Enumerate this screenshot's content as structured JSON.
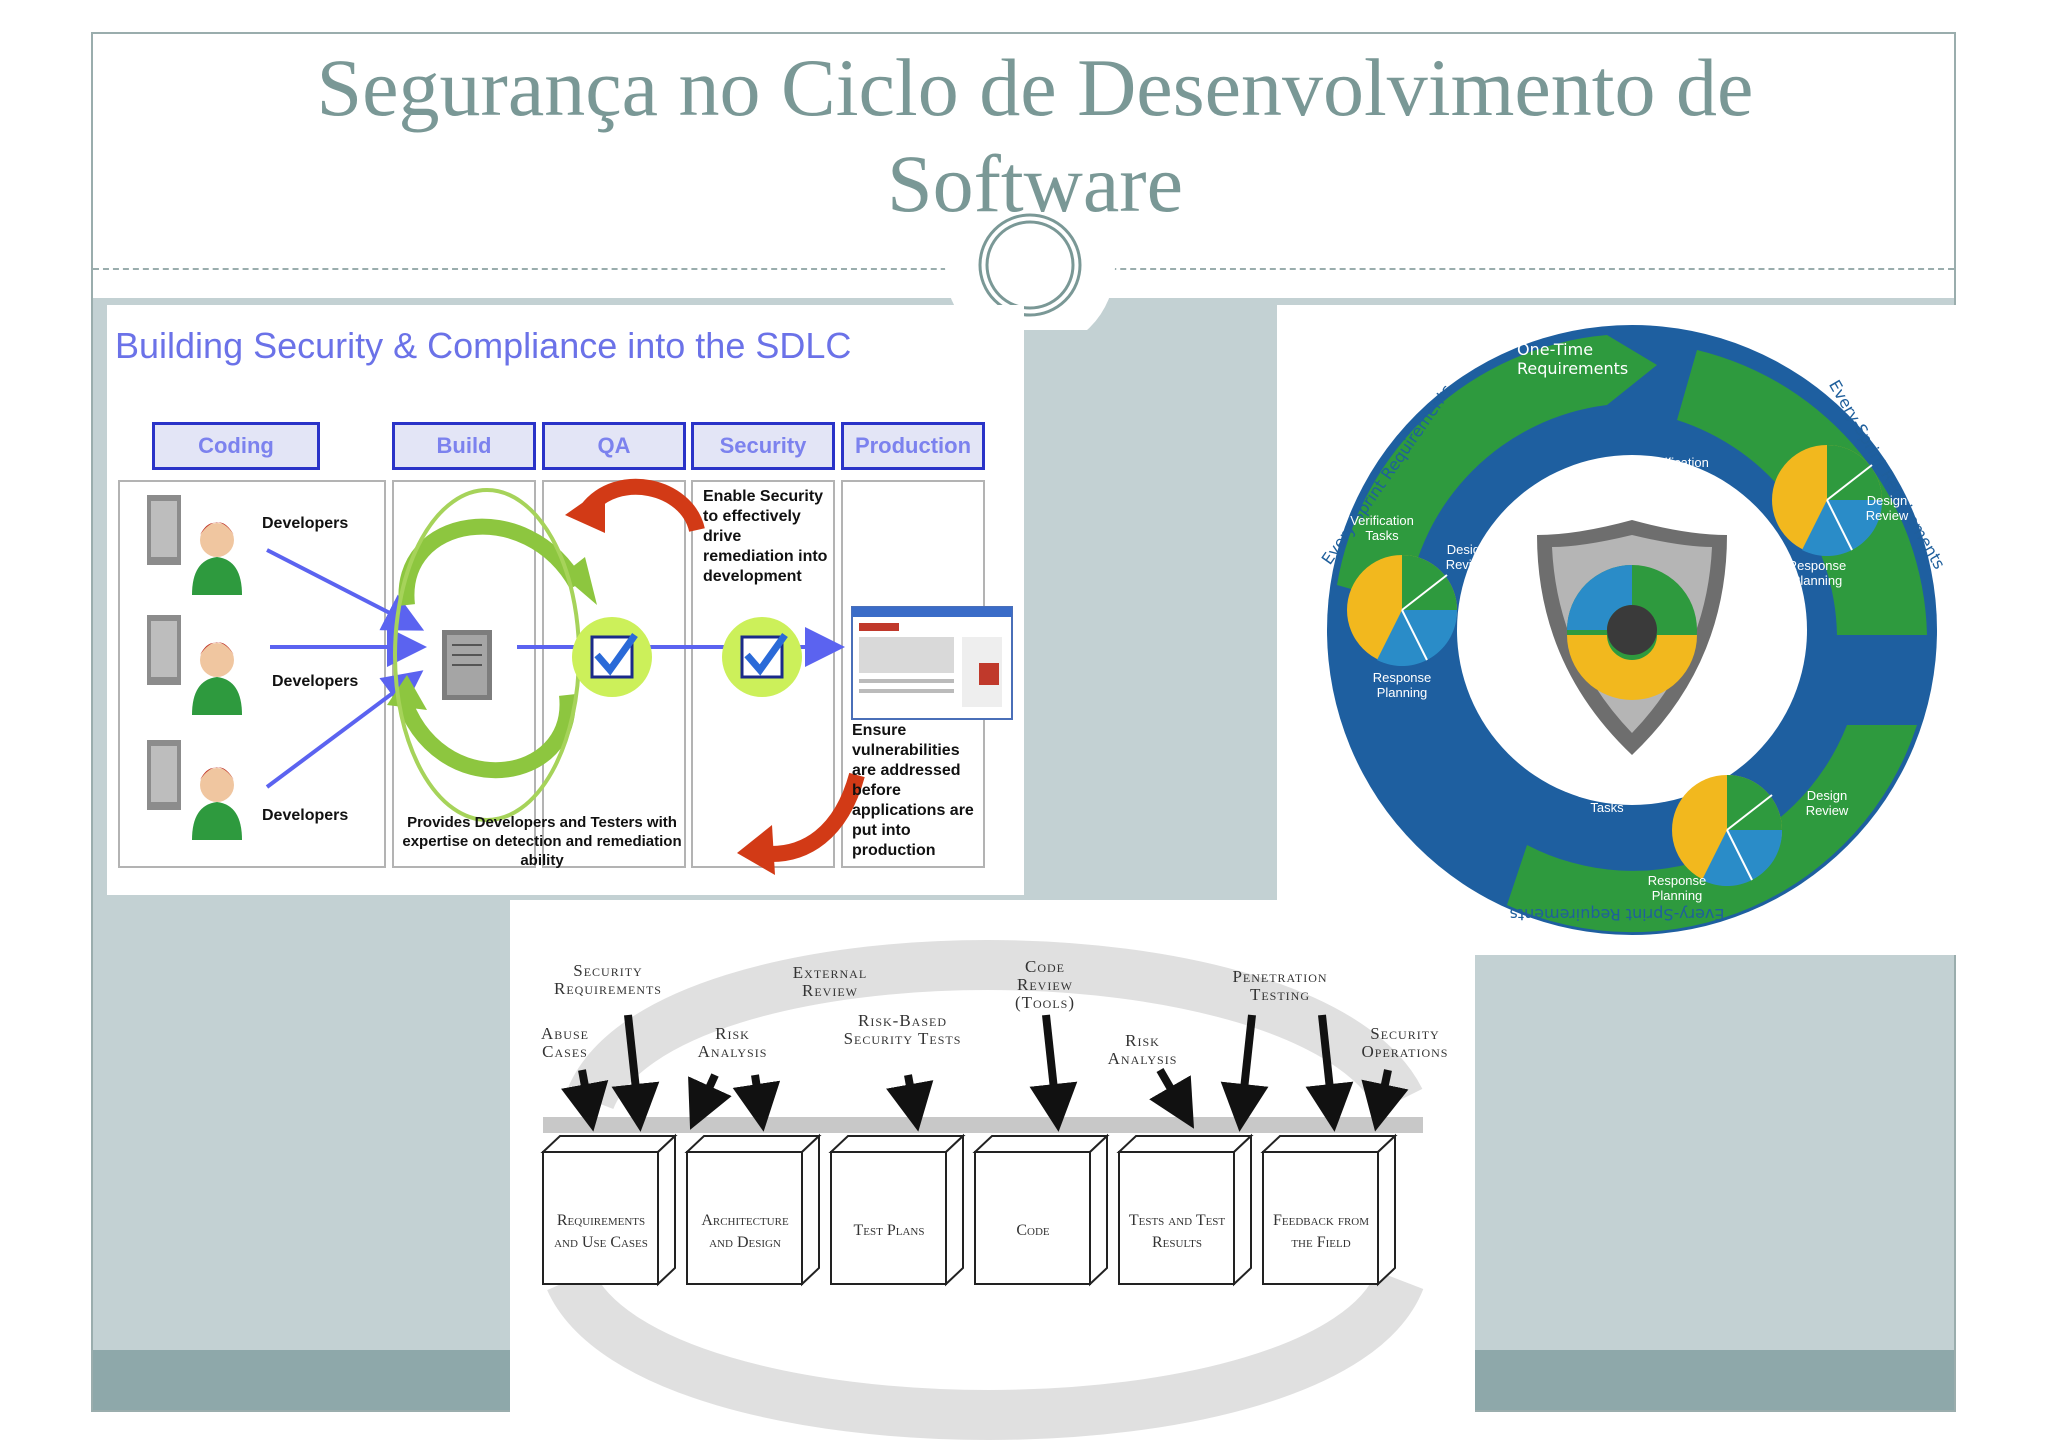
{
  "title": {
    "line1": "Segurança no Ciclo de Desenvolvimento de",
    "line2": "Software"
  },
  "sdlc": {
    "heading": "Building Security & Compliance into the SDLC",
    "stages": [
      "Coding",
      "Build",
      "QA",
      "Security",
      "Production"
    ],
    "developers": [
      "Developers",
      "Developers",
      "Developers"
    ],
    "security_note": "Enable Security to effectively drive remediation into development",
    "production_note": "Ensure vulnerabilities are addressed before applications are put into production",
    "bottom_note": "Provides Developers and Testers with expertise on detection and remediation ability"
  },
  "cycle": {
    "one_time": "One-Time Requirements",
    "every_sprint": "Every-Sprint Requirements",
    "verification": "Verification Tasks",
    "design": "Design Review",
    "response": "Response Planning",
    "colors": {
      "green": "#2e9a3e",
      "blue": "#1e5fa0",
      "yellow": "#f2b81e",
      "teal": "#2a8cc8"
    }
  },
  "touchpoints": {
    "labels": {
      "security_requirements": "Security Requirements",
      "abuse_cases": "Abuse Cases",
      "risk_analysis_1": "Risk Analysis",
      "external_review": "External Review",
      "risk_based_tests": "Risk-Based Security Tests",
      "code_review": "Code Review (Tools)",
      "risk_analysis_2": "Risk Analysis",
      "penetration_testing": "Penetration Testing",
      "security_operations": "Security Operations"
    },
    "boxes": [
      "Requirements and Use Cases",
      "Architecture and Design",
      "Test Plans",
      "Code",
      "Tests and Test Results",
      "Feedback from the Field"
    ]
  }
}
